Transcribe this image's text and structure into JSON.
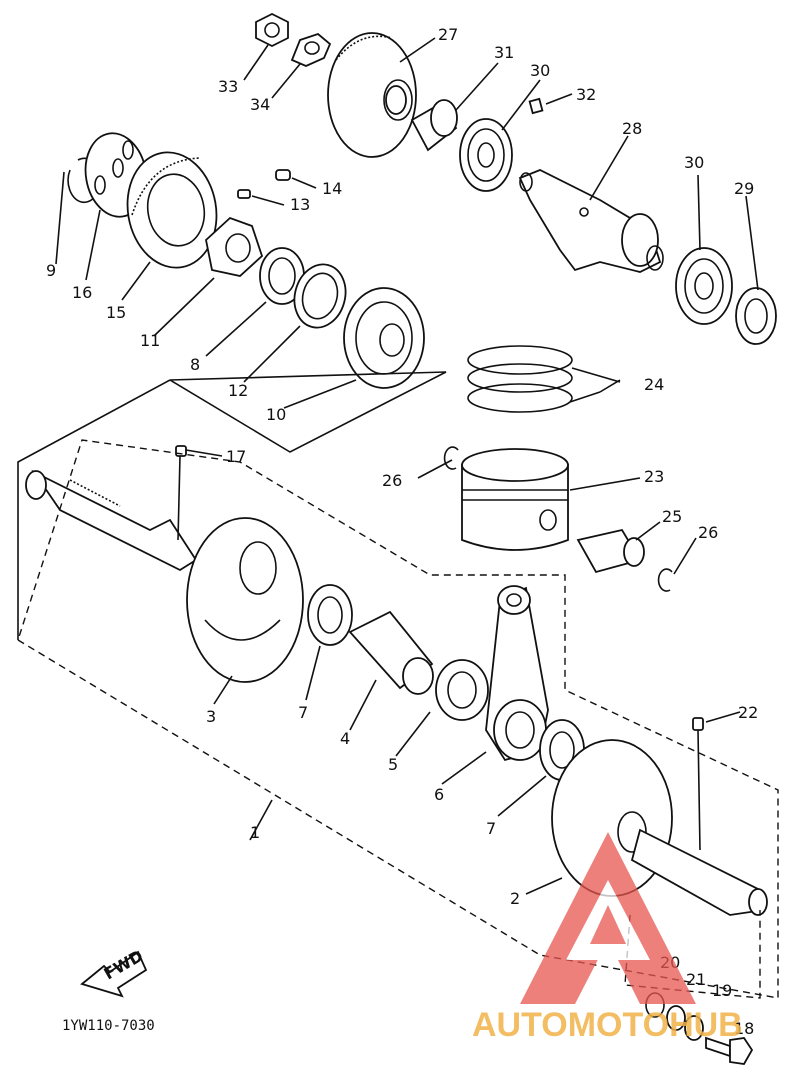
{
  "diagram": {
    "part_labels": [
      {
        "id": "1",
        "text": "1"
      },
      {
        "id": "2",
        "text": "2"
      },
      {
        "id": "3",
        "text": "3"
      },
      {
        "id": "4",
        "text": "4"
      },
      {
        "id": "5",
        "text": "5"
      },
      {
        "id": "6",
        "text": "6"
      },
      {
        "id": "7a",
        "text": "7"
      },
      {
        "id": "7b",
        "text": "7"
      },
      {
        "id": "8",
        "text": "8"
      },
      {
        "id": "9",
        "text": "9"
      },
      {
        "id": "10",
        "text": "10"
      },
      {
        "id": "11",
        "text": "11"
      },
      {
        "id": "12",
        "text": "12"
      },
      {
        "id": "13",
        "text": "13"
      },
      {
        "id": "14",
        "text": "14"
      },
      {
        "id": "15",
        "text": "15"
      },
      {
        "id": "16",
        "text": "16"
      },
      {
        "id": "17",
        "text": "17"
      },
      {
        "id": "18",
        "text": "18"
      },
      {
        "id": "19",
        "text": "19"
      },
      {
        "id": "20",
        "text": "20"
      },
      {
        "id": "21",
        "text": "21"
      },
      {
        "id": "22",
        "text": "22"
      },
      {
        "id": "23",
        "text": "23"
      },
      {
        "id": "24",
        "text": "24"
      },
      {
        "id": "25",
        "text": "25"
      },
      {
        "id": "26a",
        "text": "26"
      },
      {
        "id": "26b",
        "text": "26"
      },
      {
        "id": "27",
        "text": "27"
      },
      {
        "id": "28",
        "text": "28"
      },
      {
        "id": "29",
        "text": "29"
      },
      {
        "id": "30a",
        "text": "30"
      },
      {
        "id": "30b",
        "text": "30"
      },
      {
        "id": "31",
        "text": "31"
      },
      {
        "id": "32",
        "text": "32"
      },
      {
        "id": "33",
        "text": "33"
      },
      {
        "id": "34",
        "text": "34"
      }
    ],
    "fwd_label": "FWD",
    "diagram_code": "1YW110-7030"
  },
  "watermark": {
    "text": "AUTOMOTOHUB",
    "colors": {
      "logo": "#e8564f",
      "text": "#f2b24a"
    }
  }
}
